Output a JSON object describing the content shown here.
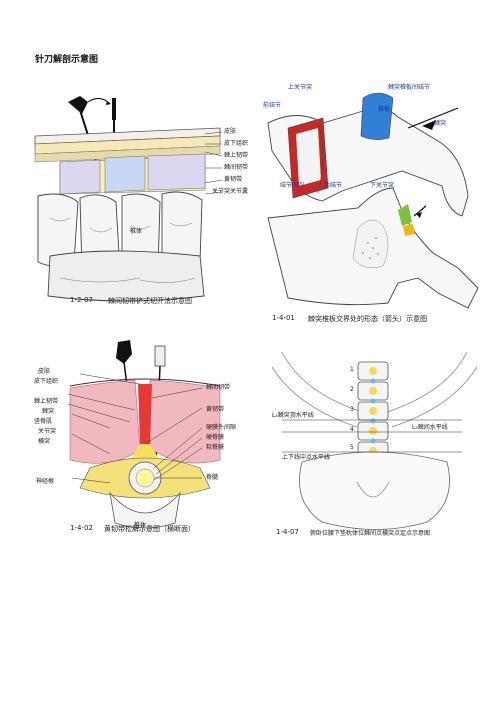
{
  "title": "针刀解剖示意图",
  "fig1": {
    "labels": [
      "皮肤",
      "皮下组织",
      "棘上韧带",
      "棘间韧带",
      "黄韧带",
      "关节突关节囊",
      "椎体"
    ],
    "caption_num": "1-2-07",
    "caption": "棘间韧带铲式切开法示意图"
  },
  "fig2": {
    "labels": {
      "superior_articular": "上关节突",
      "interspinous_junction": "棘突椎板间结节",
      "anterior_tubercle": "前结节",
      "lamina": "椎板",
      "spinous": "棘突",
      "intertubercular_groove": "结节间沟",
      "posterior_tubercle": "后结节",
      "inferior_articular": "下关节突"
    },
    "caption_num": "1-4-01",
    "caption": "棘突椎板交界处的形态（箭头）示意图"
  },
  "fig3": {
    "labels_left": [
      "皮肤",
      "皮下组织",
      "棘上韧带",
      "棘突",
      "竖脊肌",
      "关节突",
      "横突",
      "神经根"
    ],
    "labels_right": [
      "棘间韧带",
      "黄韧带",
      "硬膜外间隙",
      "硬脊膜",
      "软脊膜",
      "脊髓"
    ],
    "bottom_label": "椎体",
    "caption_num": "1-4-02",
    "caption": "黄韧带松解示意图（横断面）"
  },
  "fig4": {
    "numbers": [
      "1",
      "2",
      "3",
      "4",
      "5"
    ],
    "label_l4_spinous": "L₄棘突顶水平线",
    "label_l3_interspinous": "L₃棘间水平线",
    "label_midline": "上下线中点水平线",
    "caption_num": "1-4-07",
    "caption": "俯卧位腰下垫枕体位棘间点横突点定点示意图"
  }
}
